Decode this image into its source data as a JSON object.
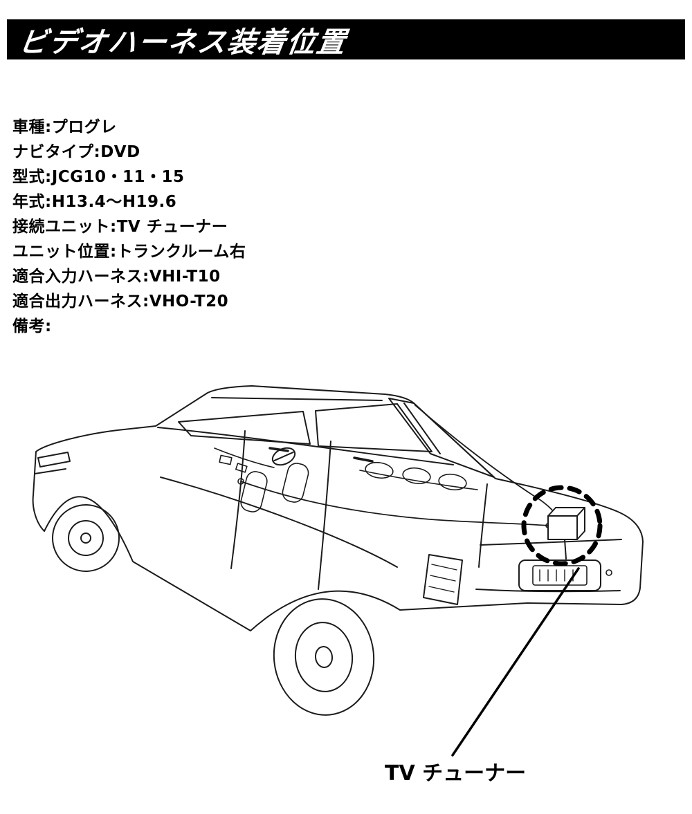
{
  "header": {
    "title": "ビデオハーネス装着位置",
    "bg_color": "#000000",
    "text_color": "#ffffff"
  },
  "specs": [
    "車種:プログレ",
    "ナビタイプ:DVD",
    "型式:JCG10・11・15",
    "年式:H13.4～H19.6",
    "接続ユニット:TV チューナー",
    "ユニット位置:トランクルーム右",
    "適合入力ハーネス:VHI-T10",
    "適合出力ハーネス:VHO-T20",
    "備考:"
  ],
  "diagram": {
    "callout_label": "TV チューナー",
    "highlight_style": "dashed-circle",
    "line_color": "#000000",
    "subject": "sedan-rear-three-quarter-view",
    "highlight_location": "trunk-room-right"
  }
}
